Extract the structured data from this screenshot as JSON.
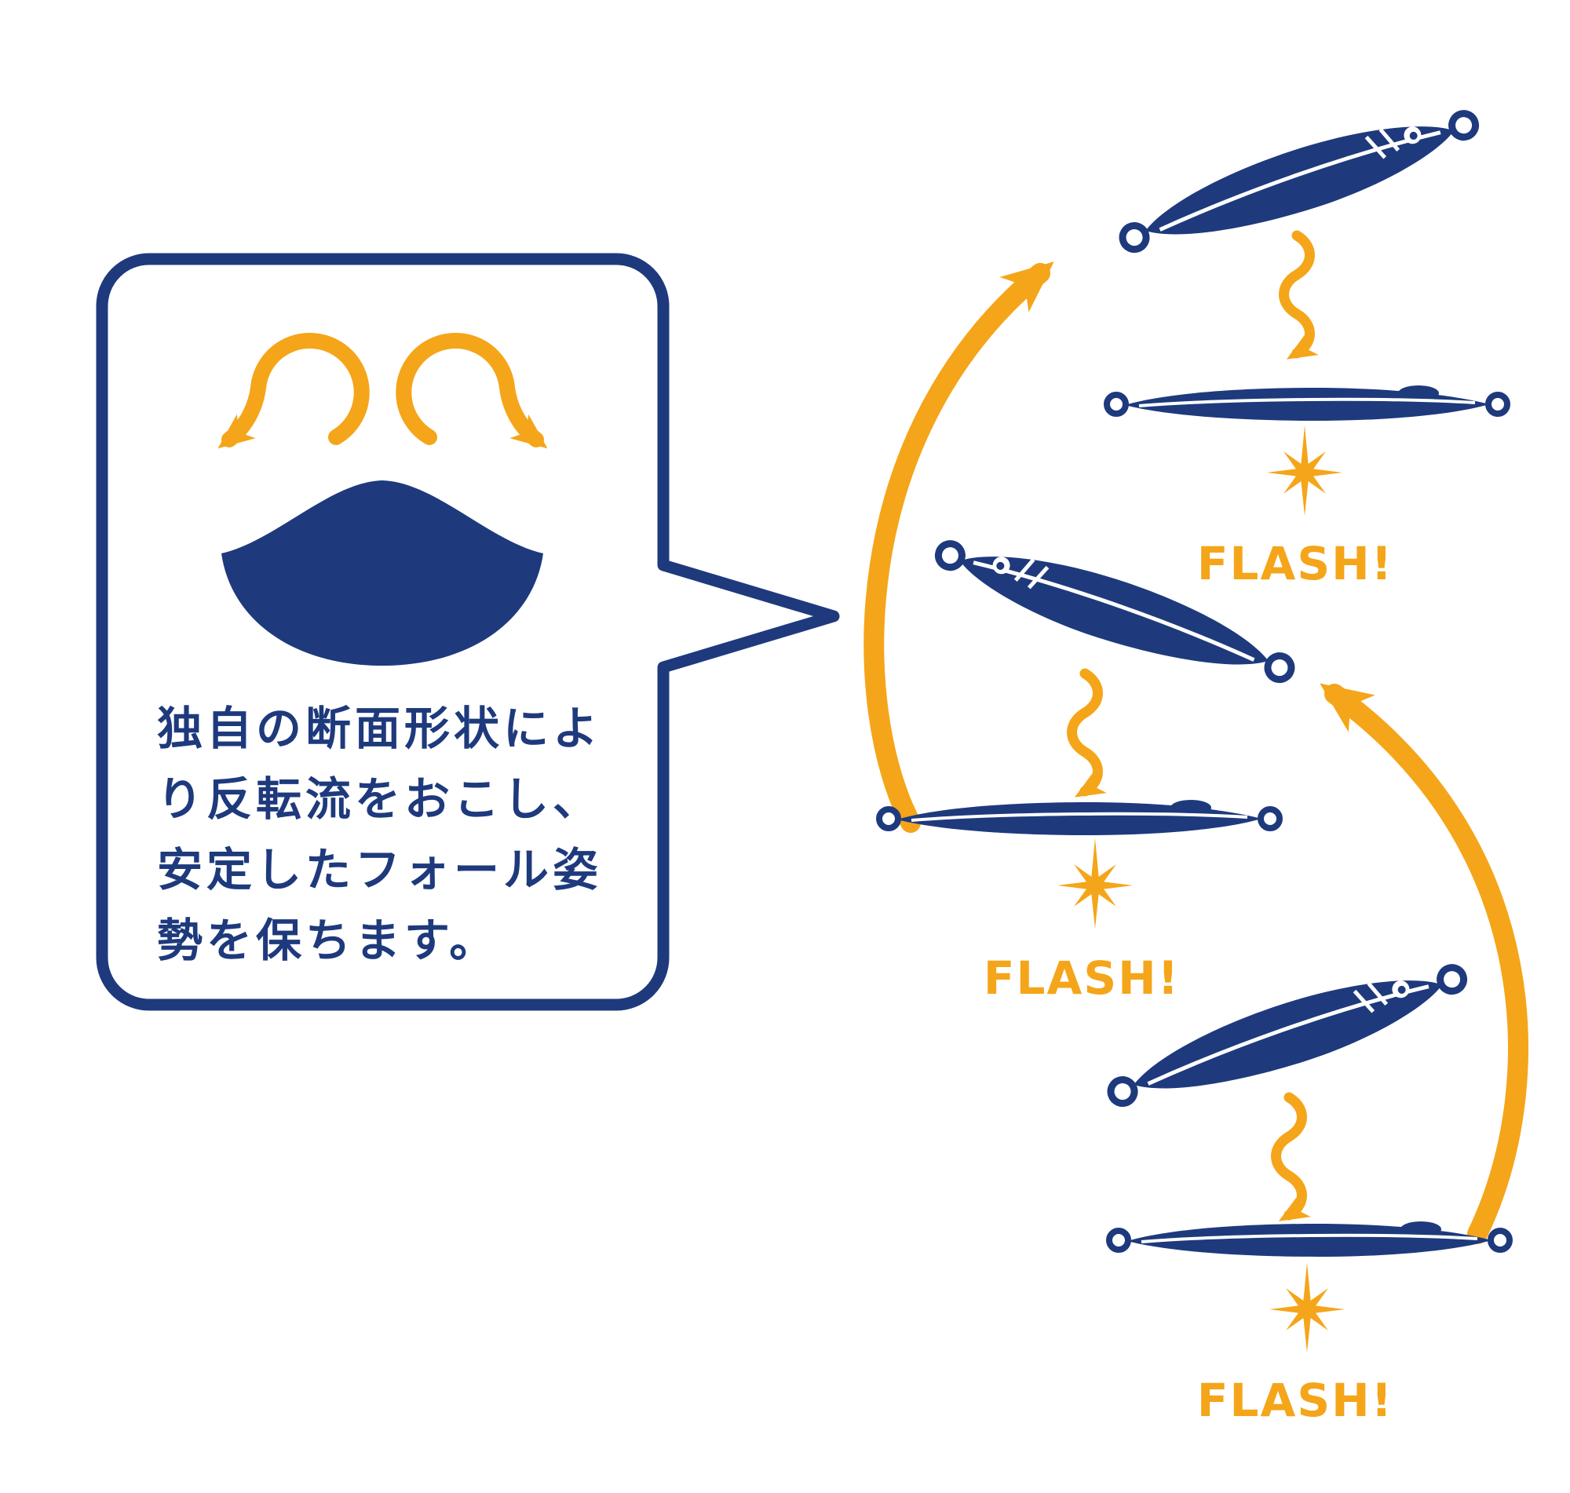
{
  "colors": {
    "navy": "#1e3a7d",
    "orange": "#f5a519",
    "white": "#ffffff"
  },
  "callout": {
    "icon": "jig-cross-section-with-vortex-arrows",
    "lines": [
      "独自の断面形状によ",
      "り反転流をおこし、",
      "安定したフォール姿",
      "勢を保ちます。"
    ]
  },
  "sequence": {
    "steps": [
      {
        "flash_label": "FLASH!"
      },
      {
        "flash_label": "FLASH!"
      },
      {
        "flash_label": "FLASH!"
      }
    ]
  },
  "icons": {
    "cross-section-icon": "jig cross-section shape with two curling vortex flow arrows",
    "flutter-arrow-icon": "wavy downward fall arrow",
    "flash-burst-icon": "starburst sparkle",
    "swoop-arrow-left-icon": "large curved upward sweep arrow (left)",
    "swoop-arrow-right-icon": "large curved upward sweep arrow (right)",
    "speech-bubble": "rounded callout box with pointer tail"
  }
}
